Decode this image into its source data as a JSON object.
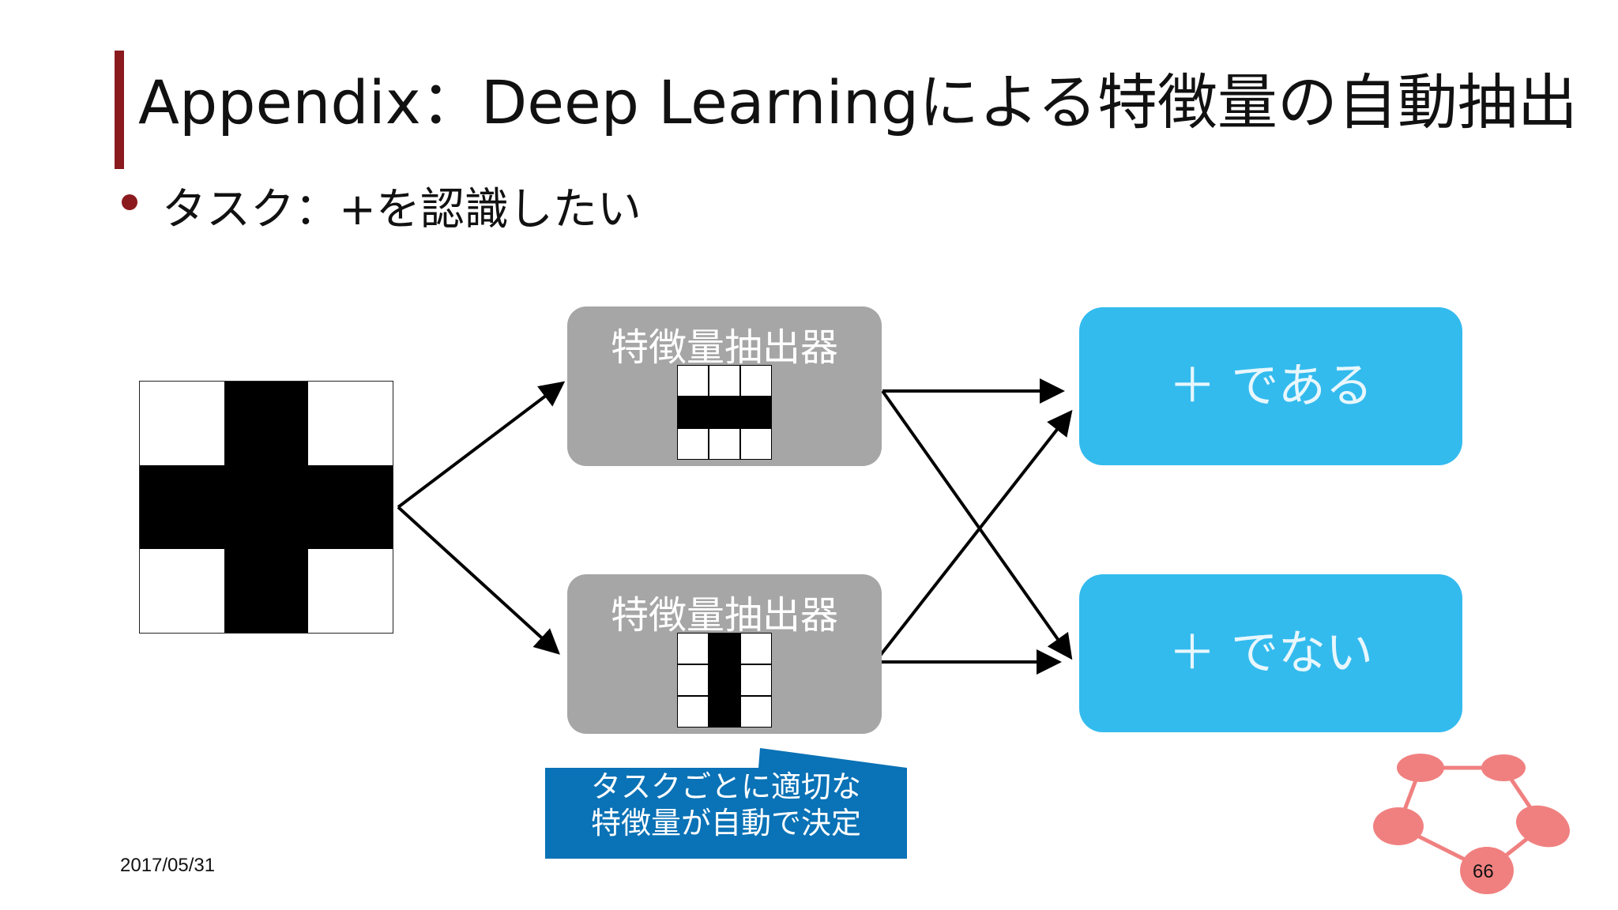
{
  "slide": {
    "title": "Appendix：Deep Learningによる特徴量の自動抽出",
    "bullet": "タスク：+を認識したい",
    "date": "2017/05/31",
    "page_number": "66"
  },
  "diagram": {
    "extractor_top": {
      "label": "特徴量抽出器",
      "filter": "horizontal-bar"
    },
    "extractor_bottom": {
      "label": "特徴量抽出器",
      "filter": "vertical-bar"
    },
    "output_positive": {
      "label": "＋ である"
    },
    "output_negative": {
      "label": "＋ でない"
    },
    "callout": {
      "line1": "タスクごとに適切な",
      "line2": "特徴量が自動で決定"
    }
  },
  "colors": {
    "accent": "#8b1a1f",
    "extractor_bg": "#a6a6a6",
    "output_bg": "#33bbee",
    "callout_bg": "#0a72b6",
    "logo": "#f08080"
  }
}
